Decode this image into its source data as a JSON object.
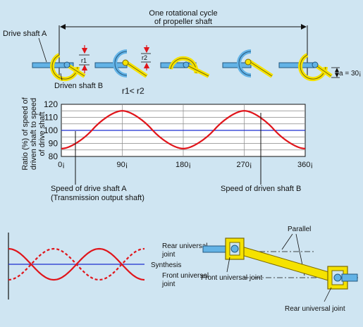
{
  "top": {
    "cycle_label_line1": "One rotational cycle",
    "cycle_label_line2": "of propeller shaft",
    "drive_shaft_a": "Drive shaft A",
    "driven_shaft_b": "Driven shaft B",
    "r1": "r1",
    "r2": "r2",
    "angle_label": "a = 30¡",
    "radius_relation": "r1< r2"
  },
  "chart": {
    "ylabel_lines": [
      "Ratio (%) of speed of",
      "driven shaft to speed",
      "of drive shaft"
    ],
    "drive_label_line1": "Speed of drive shaft A",
    "drive_label_line2": "(Transmission output shaft)",
    "driven_label": "Speed of driven shaft B"
  },
  "chart_data": {
    "type": "line",
    "x_ticks": [
      "0¡",
      "90¡",
      "180¡",
      "270¡",
      "360¡"
    ],
    "y_ticks": [
      "80",
      "90",
      "100",
      "110",
      "120"
    ],
    "xlim": [
      0,
      360
    ],
    "ylim": [
      80,
      120
    ],
    "series": [
      {
        "name": "Speed of drive shaft A",
        "color": "#1c2fd0",
        "x": [
          0,
          360
        ],
        "y": [
          100,
          100
        ]
      },
      {
        "name": "Speed of driven shaft B",
        "color": "#e0151b",
        "x": [
          0,
          45,
          90,
          135,
          180,
          225,
          270,
          315,
          360
        ],
        "y": [
          86,
          100,
          115,
          100,
          86,
          100,
          115,
          100,
          86
        ]
      }
    ]
  },
  "bottom": {
    "rear_joint_line1": "Rear universal",
    "rear_joint_line2": "joint",
    "synthesis": "Synthesis",
    "front_joint_line1": "Front universal",
    "front_joint_line2": "joint",
    "parallel": "Parallel",
    "front_universal_joint": "Front universal joint",
    "rear_universal_joint": "Rear universal joint"
  },
  "colors": {
    "background": "#cfe5f2",
    "shaft_blue": "#63b3e6",
    "yoke_yellow": "#f5e200",
    "curve_red": "#e0151b",
    "line_blue": "#1c2fd0"
  }
}
